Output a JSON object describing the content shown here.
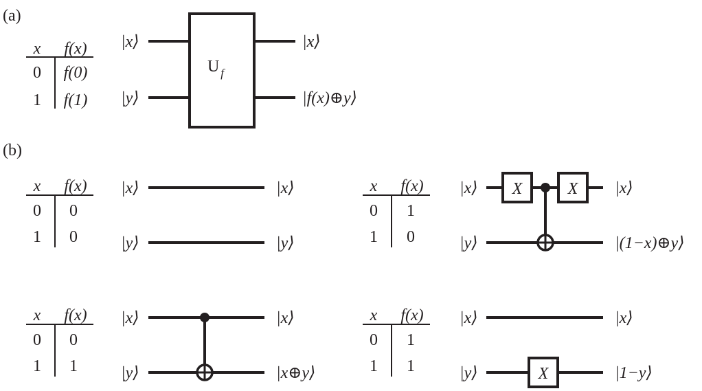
{
  "panel_a": {
    "label": "(a)",
    "table": {
      "col_x": "x",
      "col_f": "f(x)",
      "rows": [
        {
          "x": "0",
          "f": "f(0)"
        },
        {
          "x": "1",
          "f": "f(1)"
        }
      ]
    },
    "inputs": [
      "|x⟩",
      "|y⟩"
    ],
    "gate_main": "U",
    "gate_sub": "f",
    "outputs": [
      "|x⟩",
      "|f(x)⊕y⟩"
    ]
  },
  "panel_b": {
    "label": "(b)",
    "circuits": [
      {
        "table": {
          "col_x": "x",
          "col_f": "f(x)",
          "rows": [
            {
              "x": "0",
              "f": "0"
            },
            {
              "x": "1",
              "f": "0"
            }
          ]
        },
        "inputs": [
          "|x⟩",
          "|y⟩"
        ],
        "outputs": [
          "|x⟩",
          "|y⟩"
        ]
      },
      {
        "table": {
          "col_x": "x",
          "col_f": "f(x)",
          "rows": [
            {
              "x": "0",
              "f": "1"
            },
            {
              "x": "1",
              "f": "0"
            }
          ]
        },
        "inputs": [
          "|x⟩",
          "|y⟩"
        ],
        "gates": [
          "X",
          "X"
        ],
        "outputs": [
          "|x⟩",
          "|(1−x)⊕y⟩"
        ]
      },
      {
        "table": {
          "col_x": "x",
          "col_f": "f(x)",
          "rows": [
            {
              "x": "0",
              "f": "0"
            },
            {
              "x": "1",
              "f": "1"
            }
          ]
        },
        "inputs": [
          "|x⟩",
          "|y⟩"
        ],
        "outputs": [
          "|x⟩",
          "|x⊕y⟩"
        ]
      },
      {
        "table": {
          "col_x": "x",
          "col_f": "f(x)",
          "rows": [
            {
              "x": "0",
              "f": "1"
            },
            {
              "x": "1",
              "f": "1"
            }
          ]
        },
        "inputs": [
          "|x⟩",
          "|y⟩"
        ],
        "gates": [
          "X"
        ],
        "outputs": [
          "|x⟩",
          "|1−y⟩"
        ]
      }
    ]
  }
}
